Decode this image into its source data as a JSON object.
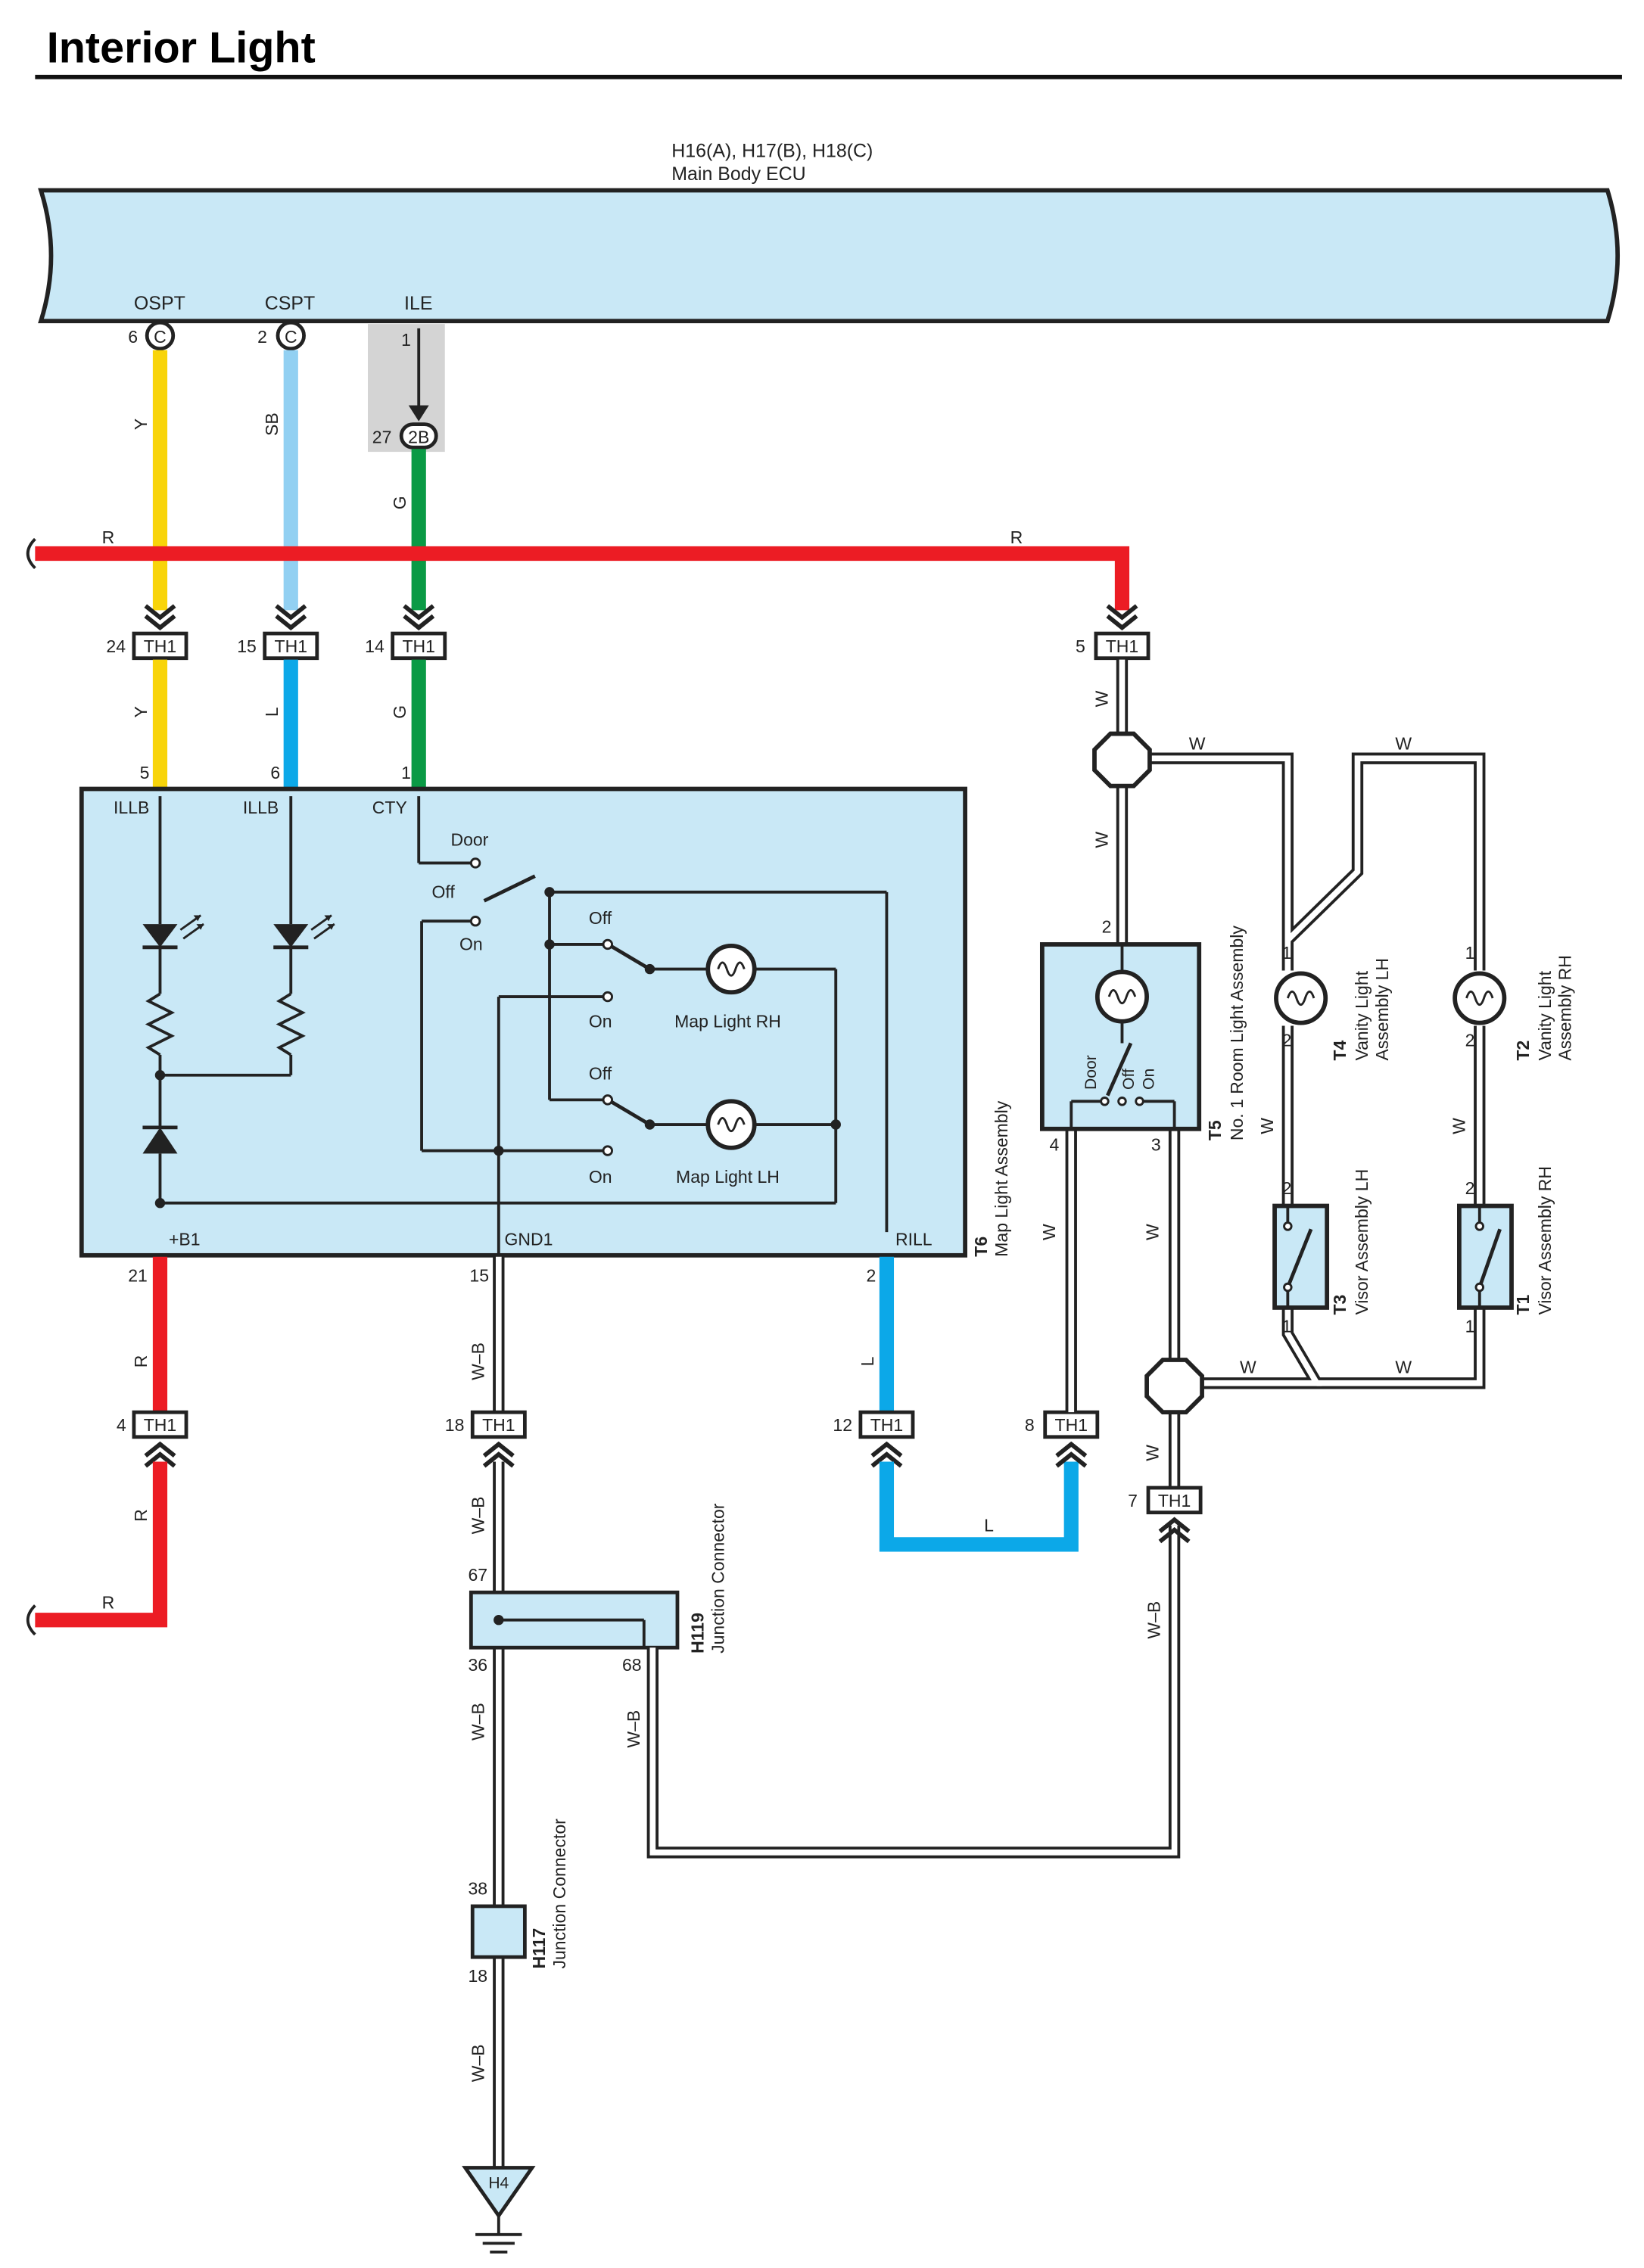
{
  "title": "Interior Light",
  "ecu": {
    "connectors": "H16(A), H17(B), H18(C)",
    "name": "Main Body ECU",
    "terminals": {
      "ospt": "OSPT",
      "ospt_pin": "6",
      "ospt_conn": "C",
      "cspt": "CSPT",
      "cspt_pin": "2",
      "cspt_conn": "C",
      "ile": "ILE",
      "ile_pin": "1",
      "ile_junction_pin": "27",
      "ile_junction_conn": "2B"
    }
  },
  "wire_colors": {
    "Y": "#f8d40a",
    "SB": "#92d0f2",
    "G": "#0a9a45",
    "R": "#ec1c24",
    "L": "#0ca8e8",
    "W": "#ffffff",
    "W-B": "#ffffff"
  },
  "wires": {
    "y": "Y",
    "sb": "SB",
    "g": "G",
    "r": "R",
    "l": "L",
    "w": "W",
    "wb": "W–B"
  },
  "connector_th1": "TH1",
  "th1_pins": {
    "p24": "24",
    "p15": "15",
    "p14": "14",
    "p5": "5",
    "p4": "4",
    "p18": "18",
    "p12": "12",
    "p8": "8",
    "p7": "7"
  },
  "map_light": {
    "code": "T6",
    "name": "Map Light Assembly",
    "pins": {
      "illb1": "5",
      "illb2": "6",
      "cty": "1",
      "b1": "21",
      "gnd1": "15",
      "rill": "2"
    },
    "terminals": {
      "illb1": "ILLB",
      "illb2": "ILLB",
      "cty": "CTY",
      "b1": "+B1",
      "gnd1": "GND1",
      "rill": "RILL"
    },
    "switch_door": "Door",
    "switch_off": "Off",
    "switch_on": "On",
    "rh_off": "Off",
    "rh_on": "On",
    "rh_name": "Map Light RH",
    "lh_off": "Off",
    "lh_on": "On",
    "lh_name": "Map Light LH"
  },
  "room_light": {
    "code": "T5",
    "name": "No.  1 Room Light Assembly",
    "pin_top": "2",
    "pin_left": "4",
    "pin_right": "3",
    "sw_door": "Door",
    "sw_off": "Off",
    "sw_on": "On"
  },
  "vanity_lh": {
    "code": "T4",
    "name1": "Vanity Light",
    "name2": "Assembly LH",
    "pin1": "1",
    "pin2": "2"
  },
  "vanity_rh": {
    "code": "T2",
    "name1": "Vanity Light",
    "name2": "Assembly RH",
    "pin1": "1",
    "pin2": "2"
  },
  "visor_lh": {
    "code": "T3",
    "name": "Visor Assembly LH",
    "pin_top": "2",
    "pin_bottom": "1"
  },
  "visor_rh": {
    "code": "T1",
    "name": "Visor Assembly RH",
    "pin_top": "2",
    "pin_bottom": "1"
  },
  "junction_h119": {
    "code": "H119",
    "name": "Junction Connector",
    "pin_top": "67",
    "pin_left": "36",
    "pin_right": "68"
  },
  "junction_h117": {
    "code": "H117",
    "name": "Junction Connector",
    "pin_top": "38",
    "pin_bottom": "18"
  },
  "ground": {
    "code": "H4"
  }
}
